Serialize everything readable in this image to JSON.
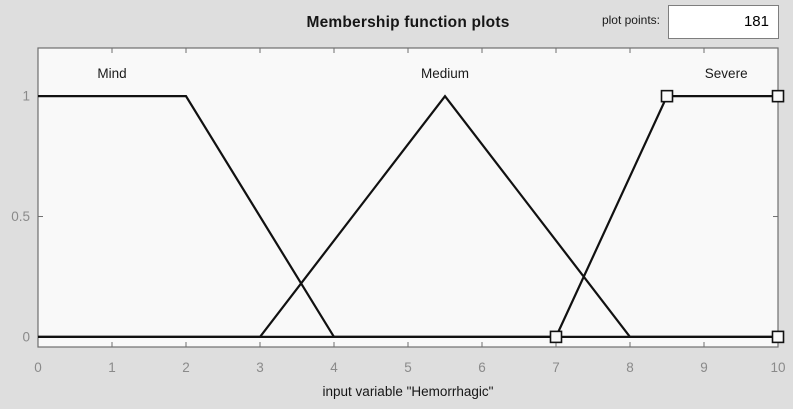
{
  "figure": {
    "background": "#dedede"
  },
  "plot_points": {
    "label": "plot points:",
    "value": "181"
  },
  "chart_data": {
    "type": "line",
    "title": "Membership function plots",
    "xlabel": "input variable \"Hemorrhagic\"",
    "xlim": [
      0,
      10
    ],
    "ylim": [
      -0.042,
      1.2
    ],
    "xticks": [
      0,
      1,
      2,
      3,
      4,
      5,
      6,
      7,
      8,
      9,
      10
    ],
    "yticks": [
      0,
      0.5,
      1
    ],
    "grid": false,
    "legend": "labels-above-curves",
    "colors": {
      "line": "#111111",
      "axis": "#6f6f6f",
      "tick_label": "#8a8a8a",
      "plot_bg": "#f9f9f9",
      "text": "#1a1a1a",
      "marker_fill": "#f9f9f9"
    },
    "series": [
      {
        "name": "Mind",
        "label_x": 1.0,
        "selected": false,
        "shape": "trapezoid",
        "points": [
          [
            0,
            1
          ],
          [
            2,
            1
          ],
          [
            4,
            0
          ],
          [
            10,
            0
          ]
        ]
      },
      {
        "name": "Medium",
        "label_x": 5.5,
        "selected": false,
        "shape": "triangle",
        "points": [
          [
            0,
            0
          ],
          [
            3,
            0
          ],
          [
            5.5,
            1
          ],
          [
            8,
            0
          ],
          [
            10,
            0
          ]
        ]
      },
      {
        "name": "Severe",
        "label_x": 9.3,
        "selected": true,
        "shape": "trapezoid",
        "points": [
          [
            0,
            0
          ],
          [
            7,
            0
          ],
          [
            8.5,
            1
          ],
          [
            10,
            1
          ]
        ],
        "markers": [
          [
            7,
            0
          ],
          [
            8.5,
            1
          ],
          [
            10,
            1
          ],
          [
            10,
            0
          ]
        ]
      }
    ]
  }
}
